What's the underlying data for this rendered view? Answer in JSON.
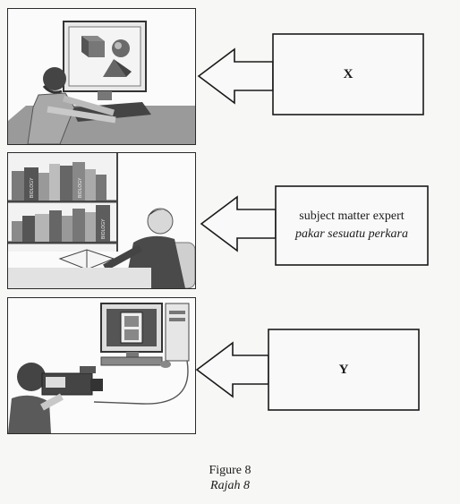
{
  "callouts": {
    "x_label": "X",
    "sme_en": "subject matter expert",
    "sme_ms": "pakar sesuatu perkara",
    "y_label": "Y"
  },
  "books": {
    "spine_label": "BIOLOGY"
  },
  "caption": {
    "en": "Figure 8",
    "ms": "Rajah 8"
  },
  "icons": [
    "computer-3d-modelling-scene",
    "reading-at-bookshelf-scene",
    "video-recording-scene"
  ]
}
